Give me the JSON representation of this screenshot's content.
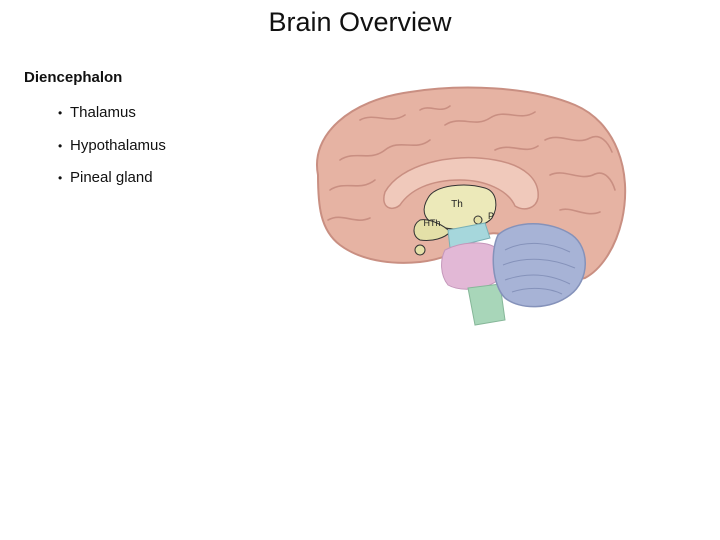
{
  "slide": {
    "title": "Brain Overview"
  },
  "content": {
    "heading": "Diencephalon",
    "bullets": [
      {
        "text": "Thalamus"
      },
      {
        "text": "Hypothalamus"
      },
      {
        "text": "Pineal gland"
      }
    ]
  },
  "figure": {
    "labels": {
      "thalamus": "Th",
      "hypothalamus": "HTh",
      "pineal": "P"
    },
    "colors": {
      "cortex": "#e6b3a3",
      "cortex_shadow": "#c98f82",
      "thalamus": "#ece9b9",
      "midbrain": "#a6d7dc",
      "pons": "#e2b8d6",
      "medulla": "#a8d6b9",
      "cerebellum": "#a7b3d6"
    }
  }
}
